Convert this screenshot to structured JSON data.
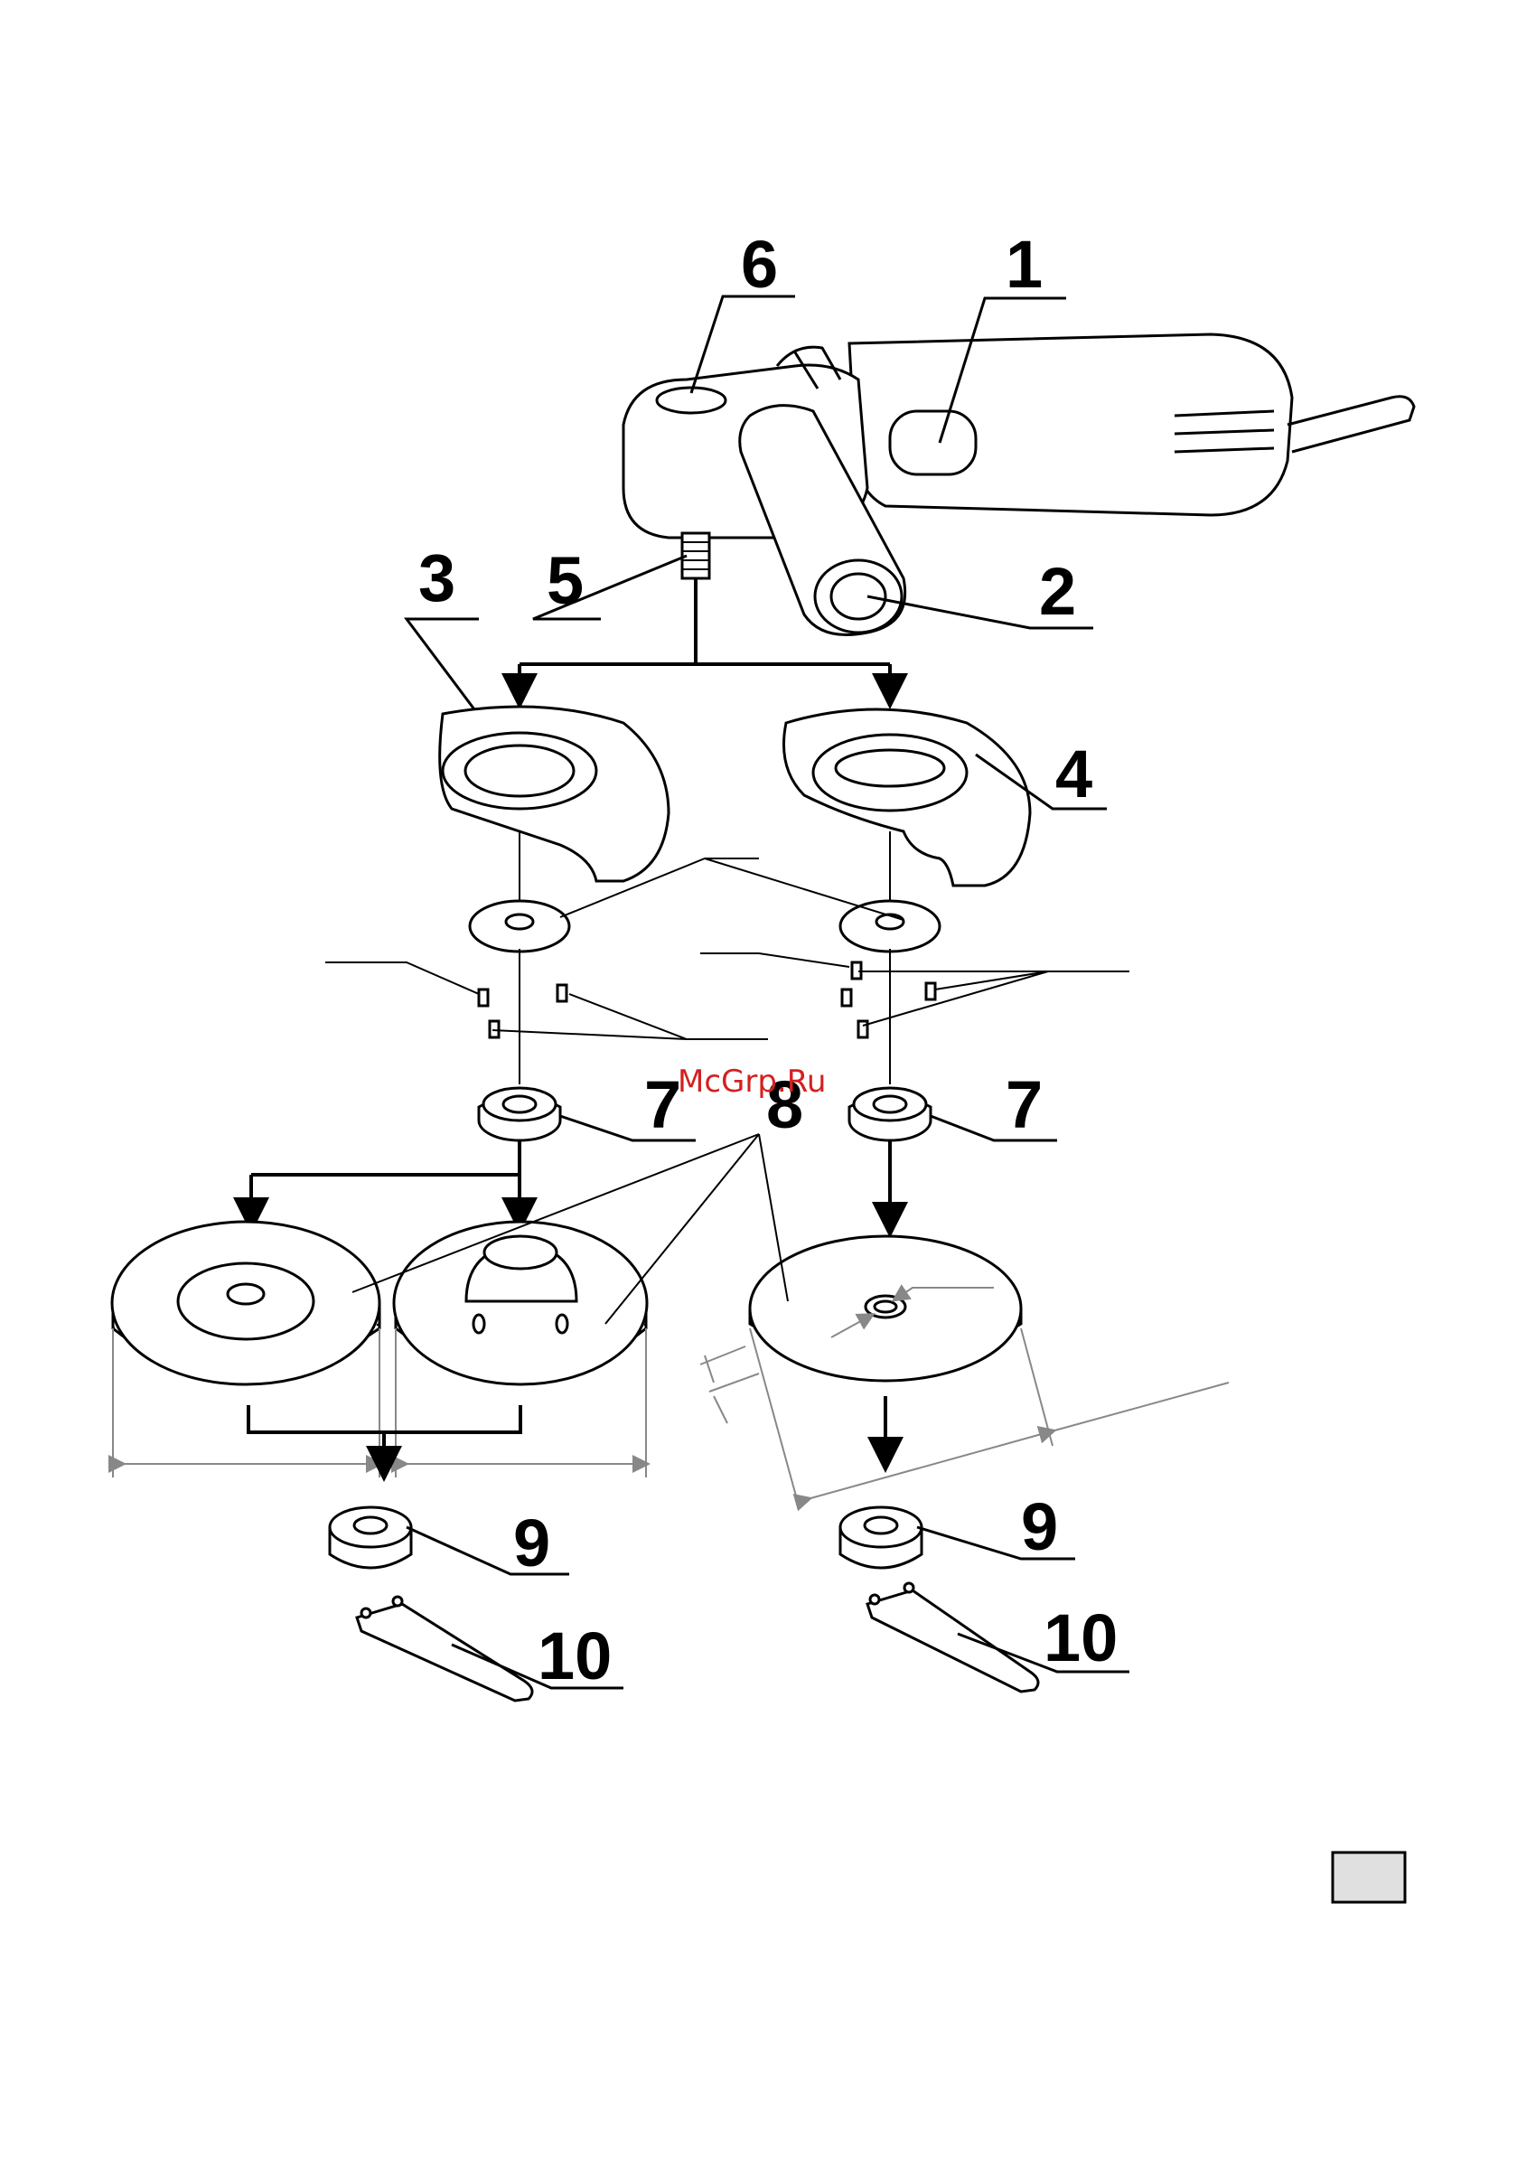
{
  "labels": {
    "grinder_body": "1",
    "side_handle": "2",
    "guard_cutting": "3",
    "guard_grinding": "4",
    "spindle": "5",
    "spindle_lock": "6",
    "inner_flange_left": "7",
    "inner_flange_right": "7",
    "disc": "8",
    "outer_flange_left": "9",
    "outer_flange_right": "9",
    "wrench_left": "10",
    "wrench_right": "10"
  },
  "watermark": "McGrp.Ru",
  "colors": {
    "line": "#000000",
    "dimension": "#888888",
    "watermark": "#d42020",
    "box": "#e0e0e0"
  }
}
